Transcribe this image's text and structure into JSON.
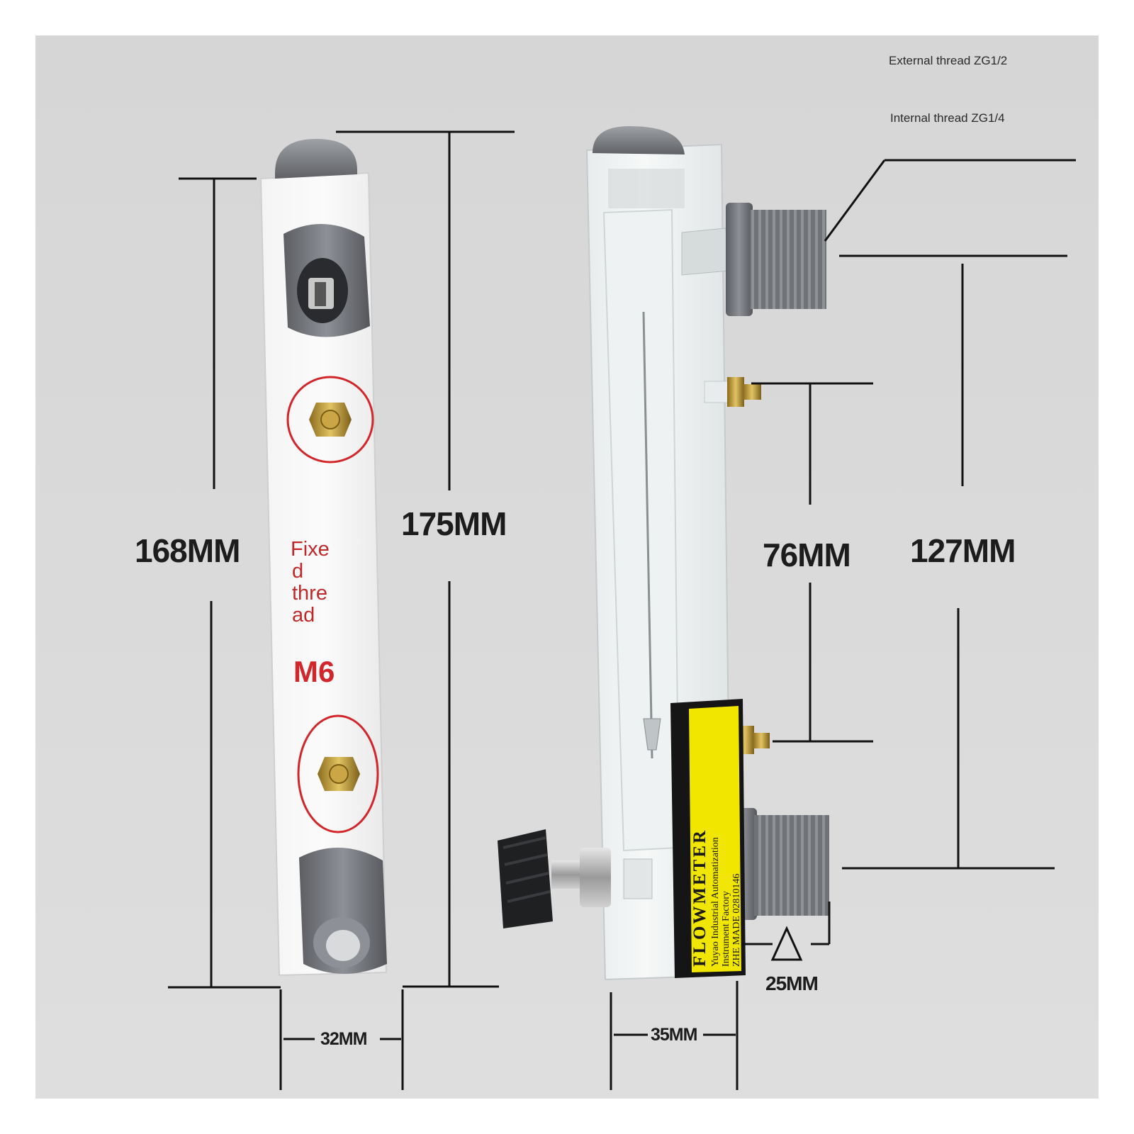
{
  "colors": {
    "background": "#d8d8d8",
    "dimension_line": "#111111",
    "annotation_red": "#d2262a",
    "label_yellow": "#f1e600",
    "brass": "#c9a43a"
  },
  "labels": {
    "external_thread": "External thread ZG1/2",
    "internal_thread": "Internal thread ZG1/4",
    "fixed_thread_lines": [
      "Fixe",
      "d",
      "thre",
      "ad"
    ],
    "m6": "M6"
  },
  "dimensions": {
    "height_168": "168MM",
    "height_175": "175MM",
    "width_32": "32MM",
    "spacing_76": "76MM",
    "spacing_127": "127MM",
    "depth_35": "35MM",
    "thread_25": "25MM"
  },
  "nameplate": {
    "title": "FLOWMETER",
    "line1": "Yuyao Industrial Automatization",
    "line2": "Instrument Factory",
    "line3": "ZHE MADE  02810146"
  },
  "icons": [
    "valve-knob-icon",
    "brass-fitting-icon",
    "pipe-thread-icon"
  ]
}
